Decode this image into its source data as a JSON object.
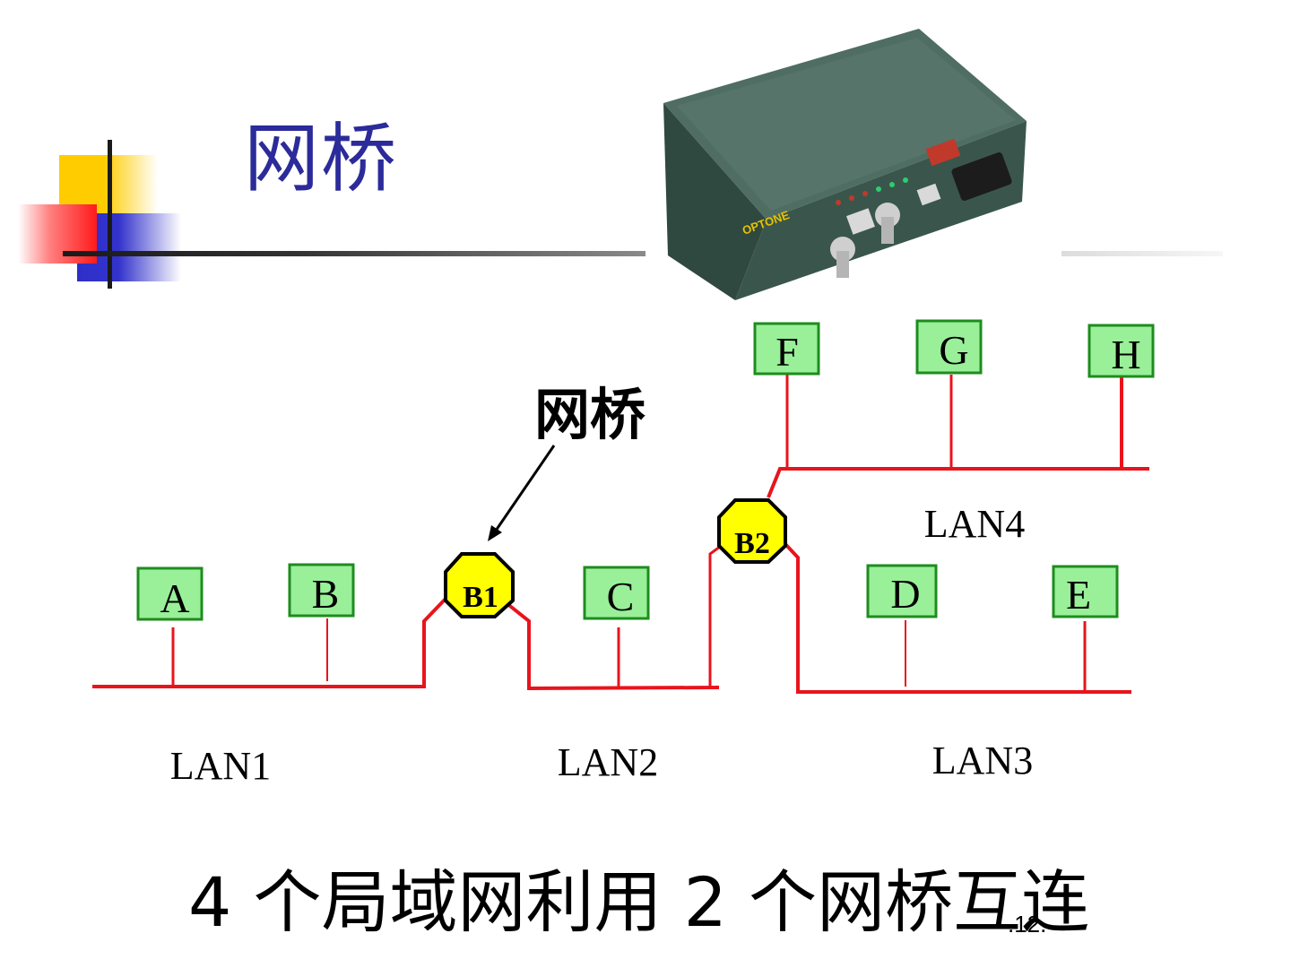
{
  "title": "网桥",
  "callout": "网桥",
  "caption": "4 个局域网利用 2 个网桥互连",
  "page_number": ".12.",
  "device_image": {
    "brand": "OPTONE"
  },
  "nodes": [
    "A",
    "B",
    "C",
    "D",
    "E",
    "F",
    "G",
    "H"
  ],
  "bridges": [
    "B1",
    "B2"
  ],
  "lans": [
    "LAN1",
    "LAN2",
    "LAN3",
    "LAN4"
  ],
  "colors": {
    "title": "#2b2b9a",
    "line": "#e8141c",
    "node_fill": "#99f099",
    "node_border": "#1e8c1e",
    "bridge_fill": "#ffff00"
  }
}
